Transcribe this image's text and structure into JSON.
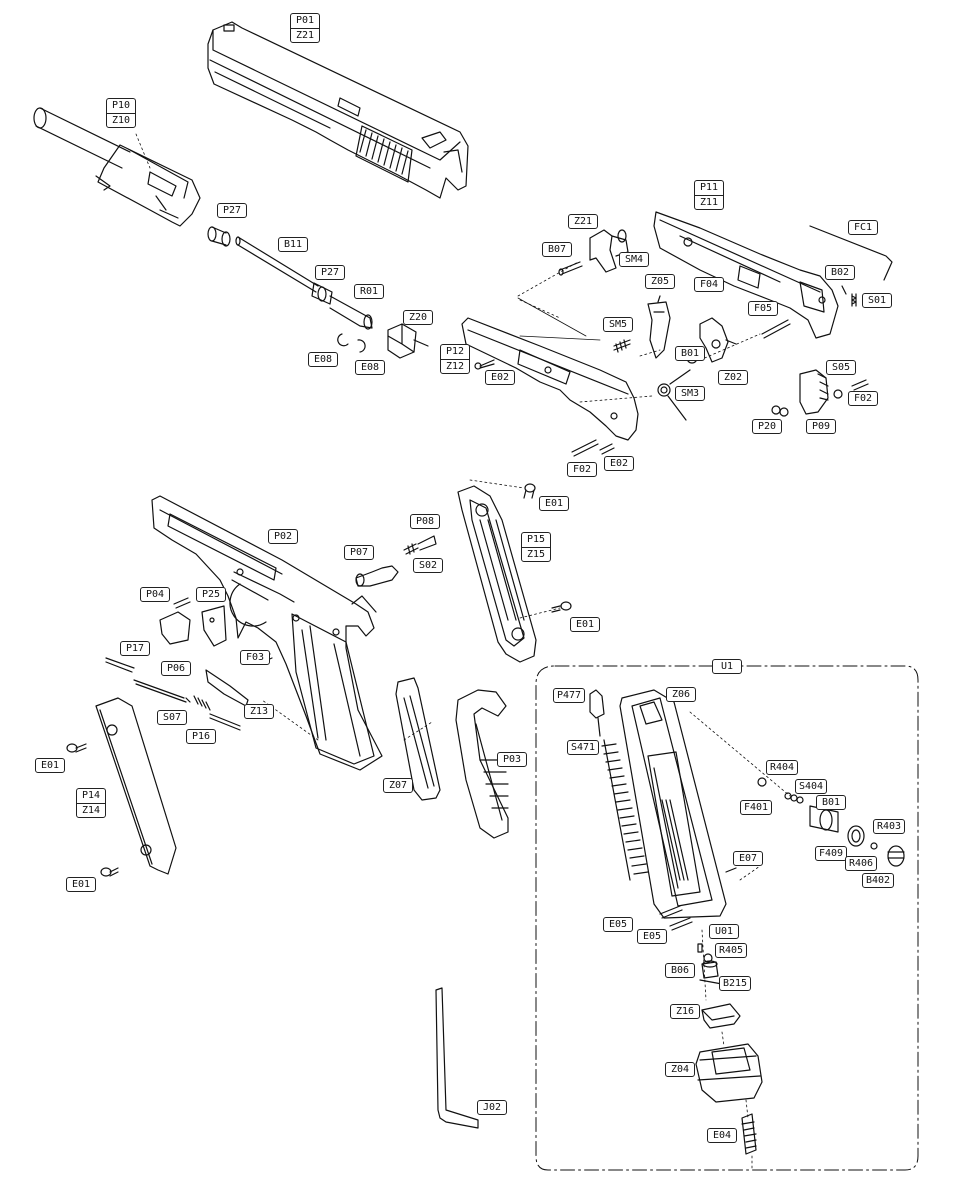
{
  "diagram": {
    "group_label": "U1",
    "labels": {
      "slide": [
        "P01",
        "Z21"
      ],
      "barrel": [
        "P10",
        "Z10"
      ],
      "p27_top": "P27",
      "b11": "B11",
      "p27_mid": "P27",
      "r01": "R01",
      "z20": "Z20",
      "e08_a": "E08",
      "e08_b": "E08",
      "z21_b": "Z21",
      "b07": "B07",
      "sm4": "SM4",
      "frame_insert": [
        "P11",
        "Z11"
      ],
      "f04": "F04",
      "fc1": "FC1",
      "b02": "B02",
      "s01": "S01",
      "z05": "Z05",
      "sm5": "SM5",
      "f05": "F05",
      "rail": [
        "P12",
        "Z12"
      ],
      "e02_a": "E02",
      "b01_a": "B01",
      "z02": "Z02",
      "sm3": "SM3",
      "s05": "S05",
      "f02_a": "F02",
      "p20": "P20",
      "p09": "P09",
      "f02_b": "F02",
      "e02_b": "E02",
      "e01_a": "E01",
      "grip_r": [
        "P15",
        "Z15"
      ],
      "e01_b": "E01",
      "p08": "P08",
      "p07": "P07",
      "s02": "S02",
      "p02": "P02",
      "p04": "P04",
      "p25": "P25",
      "f03": "F03",
      "p17": "P17",
      "p06": "P06",
      "z13": "Z13",
      "s07": "S07",
      "p16": "P16",
      "e01_c": "E01",
      "grip_l": [
        "P14",
        "Z14"
      ],
      "e01_d": "E01",
      "z07": "Z07",
      "p03": "P03",
      "p477": "P477",
      "z06": "Z06",
      "s471": "S471",
      "r404": "R404",
      "s404": "S404",
      "f401": "F401",
      "b01_b": "B01",
      "r403": "R403",
      "f409": "F409",
      "r406": "R406",
      "b402": "B402",
      "e07": "E07",
      "e05_a": "E05",
      "e05_b": "E05",
      "u01": "U01",
      "r405": "R405",
      "b06": "B06",
      "b215": "B215",
      "z16": "Z16",
      "z04": "Z04",
      "j02": "J02",
      "e04": "E04"
    }
  }
}
